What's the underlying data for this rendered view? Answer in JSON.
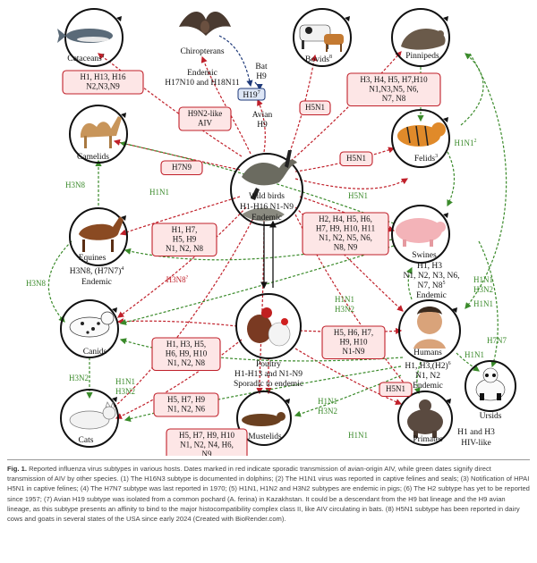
{
  "hosts": {
    "cetaceans": {
      "label": "Cetaceans",
      "sup": "1"
    },
    "chiropterans": {
      "label": "Chiropterans",
      "sub1": "Endemic",
      "sub2": "H17N10 and H18N11"
    },
    "bat": {
      "label": "Bat",
      "sub": "H9"
    },
    "h19": {
      "label": "H19",
      "sup": "7"
    },
    "avian": {
      "label": "Avian",
      "sub": "H9"
    },
    "bovids": {
      "label": "Bovids",
      "sup": "8"
    },
    "pinnipeds": {
      "label": "Pinnipeds"
    },
    "camelids": {
      "label": "Camelids"
    },
    "felids": {
      "label": "Felids",
      "sup": "3"
    },
    "wild_birds": {
      "label": "Wild birds",
      "sub1": "H1-H16 N1-N9",
      "sub2": "Endemic"
    },
    "equines": {
      "label": "Equines",
      "sub1": "H3N8, (H7N7)",
      "sup": "4",
      "sub2": "Endemic"
    },
    "swines": {
      "label": "Swines",
      "sub1": "H1, H3",
      "sub2": "N1, N2, N3, N6,",
      "sub3": "N7, N8",
      "sup": "5",
      "sub4": "Endemic"
    },
    "canids": {
      "label": "Canids"
    },
    "poultry": {
      "label": "Poultry",
      "sub1": "H1-H13 and N1-N9",
      "sub2": "Sporadic to endemic"
    },
    "humans": {
      "label": "Humans",
      "sub1": "H1, H3,(H2)",
      "sup": "6",
      "sub2": "N1, N2",
      "sub3": "Endemic"
    },
    "ursids": {
      "label": "Ursids"
    },
    "cats": {
      "label": "Cats"
    },
    "mustelids": {
      "label": "Mustelids"
    },
    "primates": {
      "label": "Primates",
      "sub": "H1 and H3",
      "sub2": "HIV-like"
    }
  },
  "red_boxes": {
    "cetaceans": [
      "H1, H13, H16",
      "N2,N3,N9"
    ],
    "h9n2": [
      "H9N2-like",
      "AIV"
    ],
    "pinnipeds": [
      "H3, H4, H5, H7,H10",
      "N1,N3,N5, N6,",
      "N7, N8"
    ],
    "h7n9": [
      "H7N9"
    ],
    "h5n1_top": [
      "H5N1"
    ],
    "h5n1_felids": [
      "H5N1"
    ],
    "equines": [
      "H1, H7,",
      "H5, H9",
      "N1, N2, N8"
    ],
    "swines": [
      "H2, H4, H5, H6,",
      "H7, H9, H10, H11",
      "N1, N2, N5, N6,",
      "N8, N9"
    ],
    "canids": [
      "H1, H3, H5,",
      "H6, H9, H10",
      "N1, N2, N8"
    ],
    "poultry": [
      "H5, H6, H7,",
      "H9, H10",
      "N1-N9"
    ],
    "cats": [
      "H5, H7, H9",
      "N1, N2, N6"
    ],
    "h5n1_humans": [
      "H5N1"
    ],
    "mustelids": [
      "H5, H7, H9, H10",
      "N1, N2, N4, H6,",
      "N9"
    ]
  },
  "edge_labels": {
    "green": [
      "H3N8",
      "H1N1",
      "H3N8",
      "H1N1",
      "H3N2",
      "H1N1",
      "H1N1",
      "H3N2",
      "H1N1",
      "H3N2",
      "H7N7",
      "H1N1",
      "H1N1",
      "H3N2",
      "H1N1",
      "H5N1",
      "H3N2",
      "H1N1"
    ],
    "red": [
      "H3N8"
    ]
  },
  "caption": {
    "figno": "Fig. 1.",
    "text": "Reported influenza virus subtypes in various hosts. Dates marked in red indicate sporadic transmission of avian-origin AIV, while green dates signify direct transmission of AIV by other species. (1) The H16N3 subtype is documented in dolphins; (2) The H1N1 virus was reported in captive felines and seals; (3) Notification of HPAI H5N1 in captive felines; (4) The H7N7 subtype was last reported in 1970; (5) H1N1, H1N2 and H3N2 subtypes are endemic in pigs; (6) The H2 subtype has yet to be reported since 1957; (7) Avian H19 subtype was isolated from a common pochard (A. ferina) in Kazakhstan. It could be a descendant from the H9 bat lineage and the H9 avian lineage, as this subtype presents an affinity to bind to the major histocompatibility complex class II, like AIV circulating in bats. (8) H5N1 subtype has been reported in dairy cows and goats in several states of the USA since early 2024 (Created with BioRender.com)."
  },
  "colors": {
    "red": "#c0202a",
    "green": "#3a8a2a",
    "box_fill": "#fde6e6",
    "box_stroke": "#c0202a",
    "navy": "#1f3a7a"
  }
}
